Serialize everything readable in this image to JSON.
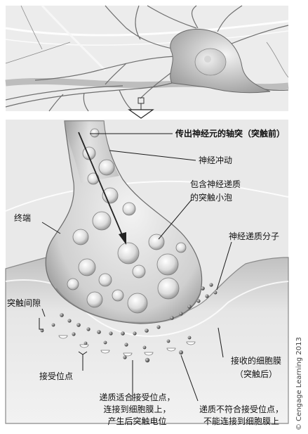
{
  "labels": {
    "axon": "传出神经元的轴突（突触前）",
    "impulse": "神经冲动",
    "vesicle": [
      "包含神经递质",
      "的突触小泡"
    ],
    "terminal": "终端",
    "transmitter": "神经递质分子",
    "cleft": "突触间隙",
    "receptor": "接受位点",
    "membrane": [
      "接收的细胞膜",
      "（突触后）"
    ],
    "fit": [
      "递质适合接受位点，",
      "连接到细胞膜上，",
      "产生后突触电位"
    ],
    "nofit": [
      "递质不符合接受位点，",
      "不能连接到细胞膜上"
    ]
  },
  "credit": "© Cengage Learning 2013",
  "colors": {
    "tissue": "#e4e4e4",
    "membrane": "#b9b9b9",
    "ink": "#111111"
  }
}
